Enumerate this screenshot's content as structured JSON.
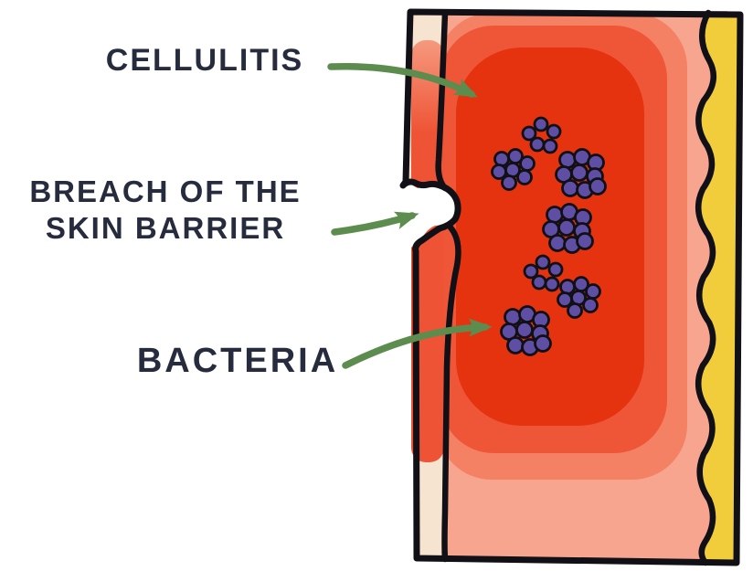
{
  "title": "Cellulitis skin infection diagram",
  "labels": {
    "cellulitis": "CELLULITIS",
    "breach_line1": "BREACH OF THE",
    "breach_line2": "SKIN BARRIER",
    "bacteria": "BACTERIA"
  },
  "figure": {
    "type": "annotated-illustration",
    "annotations": [
      {
        "text": "CELLULITIS",
        "points_to": "deep red inflamed region of the dermis"
      },
      {
        "text": "BREACH OF THE SKIN BARRIER",
        "points_to": "white notch cut into the epidermis edge"
      },
      {
        "text": "BACTERIA",
        "points_to": "purple cocci cluster inside the inflamed dermis"
      }
    ],
    "bacteria_cluster_count": 7,
    "inflammation_ring_count": 4
  },
  "colors": {
    "background": "#ffffff",
    "ink": "#101016",
    "text": "#262b3e",
    "arrow_green": "#5c8c4e",
    "epidermis_cream": "#f7e4d0",
    "inflame_light": "#f7a58f",
    "inflame_mid": "#f58165",
    "inflame_strong": "#ef5638",
    "inflame_deep": "#e5330f",
    "strip_red": "#ef5335",
    "strip_red_light": "#f5997e",
    "subcutis_yellow": "#f1cd3c",
    "bacteria_purple": "#5e4fa5"
  }
}
